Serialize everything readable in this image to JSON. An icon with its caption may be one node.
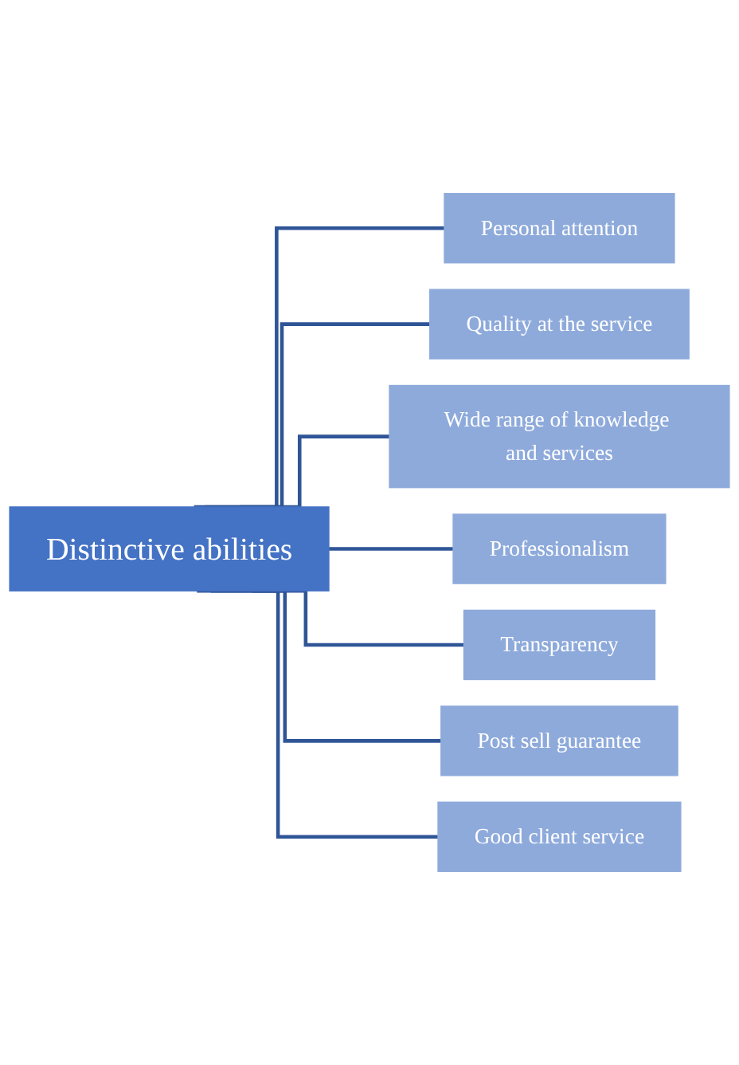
{
  "diagram": {
    "nodes": [
      {
        "text": [
          "Distinctive abilities"
        ]
      },
      {
        "text": [
          "Personal attention"
        ]
      },
      {
        "text": [
          "Quality at the service"
        ]
      },
      {
        "text": [
          "Wide range of knowledge and services"
        ]
      },
      {
        "text": [
          "Professionalism"
        ]
      },
      {
        "text": [
          "Transparency"
        ]
      },
      {
        "text": [
          "Post sell guarantee"
        ]
      },
      {
        "text": [
          "Good client service"
        ]
      }
    ],
    "edges": [
      {
        "from": 0,
        "to": 1,
        "arrow": "none"
      },
      {
        "from": 0,
        "to": 2,
        "arrow": "none"
      },
      {
        "from": 0,
        "to": 3,
        "arrow": "none"
      },
      {
        "from": 0,
        "to": 4,
        "arrow": "none"
      },
      {
        "from": 0,
        "to": 5,
        "arrow": "none"
      },
      {
        "from": 0,
        "to": 6,
        "arrow": "none"
      },
      {
        "from": 0,
        "to": 7,
        "arrow": "none"
      }
    ]
  }
}
